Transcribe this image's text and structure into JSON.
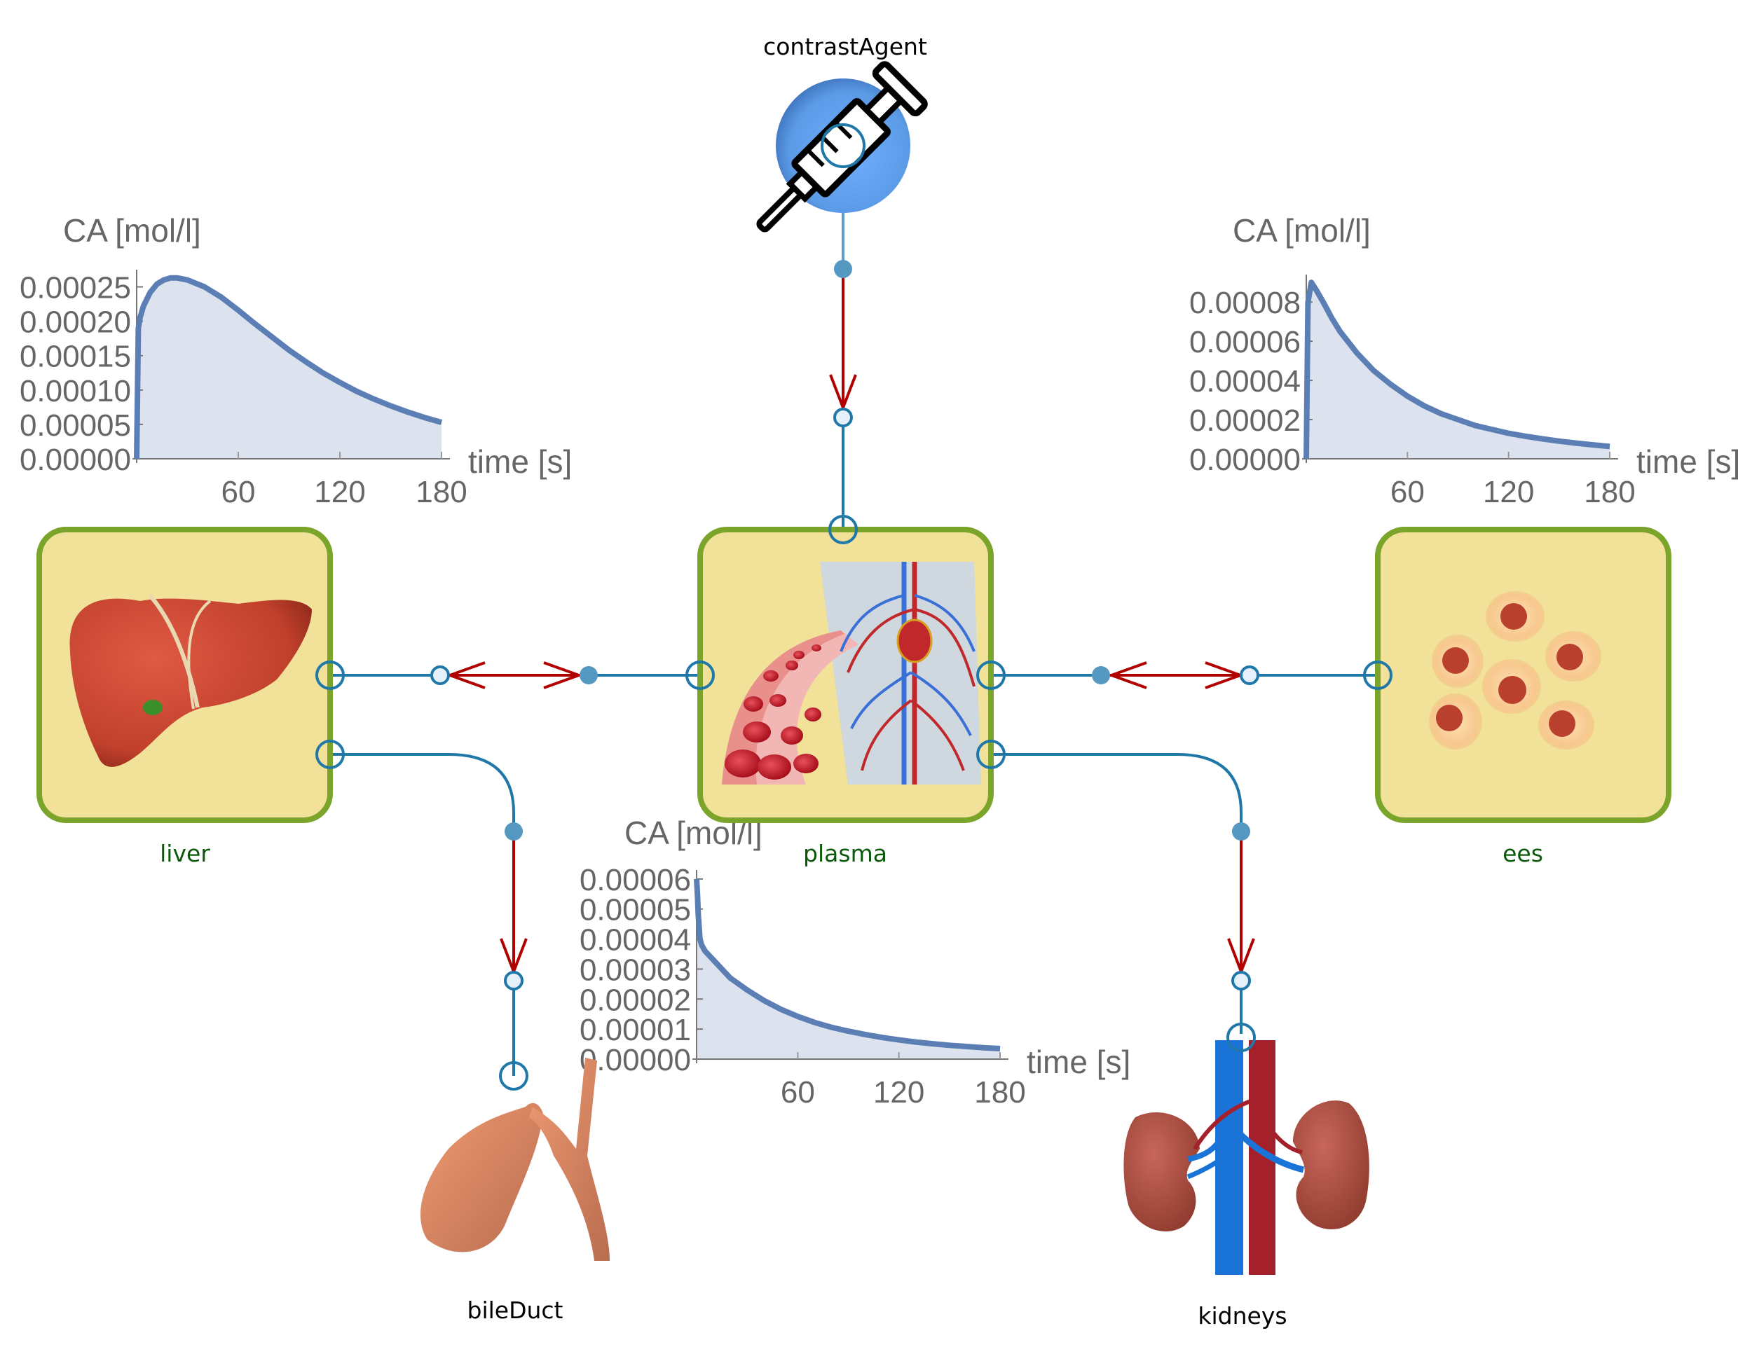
{
  "diagram": {
    "title": "Contrast agent compartment model",
    "nodes": {
      "contrastAgent": {
        "label": "contrastAgent",
        "icon": "syringe-icon"
      },
      "liver": {
        "label": "liver",
        "icon": "liver-icon"
      },
      "plasma": {
        "label": "plasma",
        "icon": "circulatory-system-icon"
      },
      "ees": {
        "label": "ees",
        "icon": "cells-icon"
      },
      "bileDuct": {
        "label": "bileDuct",
        "icon": "gallbladder-icon"
      },
      "kidneys": {
        "label": "kidneys",
        "icon": "kidneys-icon"
      }
    },
    "connections": [
      {
        "from": "contrastAgent",
        "to": "plasma",
        "direction": "one-way"
      },
      {
        "from": "liver",
        "to": "plasma",
        "direction": "two-way"
      },
      {
        "from": "plasma",
        "to": "ees",
        "direction": "two-way"
      },
      {
        "from": "liver",
        "to": "bileDuct",
        "direction": "one-way"
      },
      {
        "from": "plasma",
        "to": "kidneys",
        "direction": "one-way"
      }
    ],
    "colors": {
      "compartment_fill": "#f1e199",
      "compartment_border": "#7aa52a",
      "connector": "#1f78a8",
      "flow_arrow": "#b00000",
      "compartment_label": "#0a5a0a",
      "curve": "#5b7fb5",
      "curve_fill": "#dde3ee"
    }
  },
  "chart_data": [
    {
      "id": "liver",
      "type": "area",
      "title": "CA [mol/l]",
      "xlabel": "time [s]",
      "ylabel": "CA [mol/l]",
      "xlim": [
        0,
        180
      ],
      "ylim": [
        0,
        0.000275
      ],
      "xticks": [
        60,
        120,
        180
      ],
      "xtick_labels": [
        "60",
        "120",
        "180"
      ],
      "yticks": [
        0,
        5e-05,
        0.0001,
        0.00015,
        0.0002,
        0.00025
      ],
      "ytick_labels": [
        "0.00000",
        "0.00005",
        "0.00010",
        "0.00015",
        "0.00020",
        "0.00025"
      ],
      "x": [
        0,
        1,
        2,
        4,
        8,
        12,
        16,
        20,
        24,
        30,
        40,
        50,
        60,
        70,
        80,
        90,
        100,
        110,
        120,
        130,
        140,
        150,
        160,
        170,
        180
      ],
      "y": [
        0,
        0.00019,
        0.000205,
        0.000222,
        0.000242,
        0.000254,
        0.00026,
        0.000263,
        0.000263,
        0.00026,
        0.00025,
        0.000235,
        0.000216,
        0.000196,
        0.000177,
        0.000158,
        0.000141,
        0.000125,
        0.000111,
        9.8e-05,
        8.7e-05,
        7.7e-05,
        6.8e-05,
        6e-05,
        5.3e-05
      ]
    },
    {
      "id": "ees",
      "type": "area",
      "title": "CA [mol/l]",
      "xlabel": "time [s]",
      "ylabel": "CA [mol/l]",
      "xlim": [
        0,
        180
      ],
      "ylim": [
        0,
        9.4e-05
      ],
      "xticks": [
        60,
        120,
        180
      ],
      "xtick_labels": [
        "60",
        "120",
        "180"
      ],
      "yticks": [
        0,
        2e-05,
        4e-05,
        6e-05,
        8e-05
      ],
      "ytick_labels": [
        "0.00000",
        "0.00002",
        "0.00004",
        "0.00006",
        "0.00008"
      ],
      "x": [
        0,
        1,
        3,
        6,
        10,
        15,
        20,
        30,
        40,
        50,
        60,
        70,
        80,
        90,
        100,
        110,
        120,
        130,
        140,
        150,
        160,
        170,
        180
      ],
      "y": [
        0,
        8e-05,
        9e-05,
        8.6e-05,
        8e-05,
        7.2e-05,
        6.5e-05,
        5.4e-05,
        4.5e-05,
        3.8e-05,
        3.2e-05,
        2.7e-05,
        2.3e-05,
        2e-05,
        1.7e-05,
        1.5e-05,
        1.3e-05,
        1.15e-05,
        1.02e-05,
        9e-06,
        8e-06,
        7.1e-06,
        6.3e-06
      ]
    },
    {
      "id": "plasma",
      "type": "area",
      "title": "CA [mol/l]",
      "xlabel": "time [s]",
      "ylabel": "CA [mol/l]",
      "xlim": [
        0,
        180
      ],
      "ylim": [
        0,
        6.3e-05
      ],
      "xticks": [
        60,
        120,
        180
      ],
      "xtick_labels": [
        "60",
        "120",
        "180"
      ],
      "yticks": [
        0,
        1e-05,
        2e-05,
        3e-05,
        4e-05,
        5e-05,
        6e-05
      ],
      "ytick_labels": [
        "0.00000",
        "0.00001",
        "0.00002",
        "0.00003",
        "0.00004",
        "0.00005",
        "0.00006"
      ],
      "x": [
        0,
        0.5,
        1,
        2,
        3,
        5,
        10,
        20,
        30,
        40,
        50,
        60,
        70,
        80,
        90,
        100,
        110,
        120,
        130,
        140,
        150,
        160,
        170,
        180
      ],
      "y": [
        6e-05,
        5.5e-05,
        4.8e-05,
        4e-05,
        3.8e-05,
        3.6e-05,
        3.3e-05,
        2.7e-05,
        2.3e-05,
        1.95e-05,
        1.66e-05,
        1.42e-05,
        1.22e-05,
        1.06e-05,
        9.3e-06,
        8.2e-06,
        7.2e-06,
        6.4e-06,
        5.7e-06,
        5.1e-06,
        4.6e-06,
        4.2e-06,
        3.8e-06,
        3.5e-06
      ]
    }
  ]
}
